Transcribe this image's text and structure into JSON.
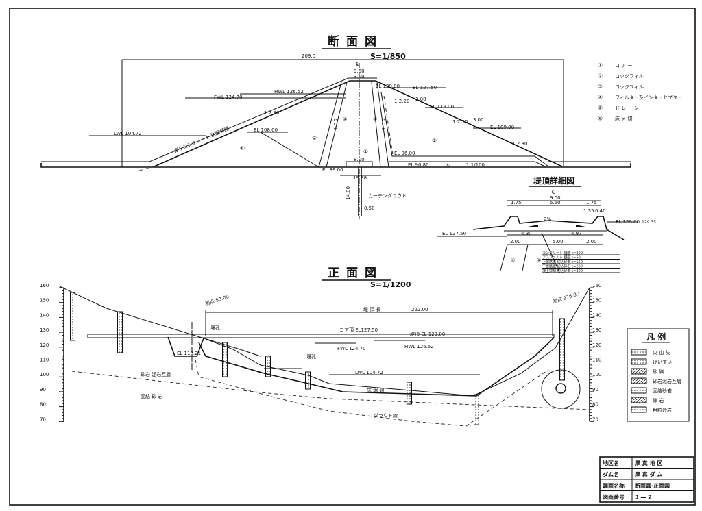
{
  "section_view": {
    "title": "断面図",
    "scale": "S=1/850",
    "overall_width": "209.0",
    "centerline": "℄",
    "crest_width": "9.00",
    "core_top_width": "3.00",
    "crest_el": "EL 129.00",
    "core_el": "EL 127.50",
    "hwl": "HWL 126.52",
    "fwl": "FWL 124.70",
    "lwl": "LWL 104.72",
    "upstream_slope": "1:2.80",
    "upstream_core_slope": "1:0.2",
    "downstream_core_slope": "1:0.2",
    "downstream_slope_1": "1:2.20",
    "downstream_slope_2": "1:2.30",
    "downstream_slope_3": "1:2.30",
    "berm_1": "3.00",
    "berm_2": "3.00",
    "el_119": "EL 119.00",
    "el_109": "EL 109.00",
    "el_108": "EL 108.00",
    "el_96": "EL 96.00",
    "el_908": "EL 90.80",
    "el_890": "EL 89.00",
    "drain_slope": "1:1/100",
    "core_base_width": "8.00",
    "foundation_width": "19.88",
    "grout_depth": "14.00",
    "grout_width": "0.50",
    "curtain_grout": "カーテングラウト",
    "riprap_note": "張りコンクリート 法面保護",
    "zone_marks": [
      "①",
      "②",
      "②",
      "④",
      "④",
      "⑤",
      "⑥"
    ]
  },
  "zone_legend": [
    {
      "num": "①",
      "label": "コ ア ー"
    },
    {
      "num": "②",
      "label": "ロックフィル"
    },
    {
      "num": "③",
      "label": "ロックフィル"
    },
    {
      "num": "④",
      "label": "フィルター及インターセプター"
    },
    {
      "num": "⑤",
      "label": "ド レ ー ン"
    },
    {
      "num": "⑥",
      "label": "床 メ 切"
    }
  ],
  "crest_detail": {
    "title": "堤頂詳細図",
    "centerline": "℄",
    "total": "9.00",
    "left": "1.75",
    "middle": "5.50",
    "right": "1.75",
    "d135": "1.35",
    "d040": "0.40",
    "slope": "2%",
    "w490": "4.90",
    "w497": "4.97",
    "b200a": "2.00",
    "b500": "5.00",
    "b200b": "2.00",
    "el_right": "EL 129.00",
    "el_right2": "129.35",
    "el_left": "EL 127.50",
    "zone_a": "④",
    "zone_b": "①",
    "pavement_notes": [
      "コンクリート 舗装 t=200",
      "アスファルト 舗装 t=50",
      "上層路盤 切込砕石 t=150",
      "下層路盤 切込砕石 t=200",
      "凍上抑制 切込砕石 t=300"
    ]
  },
  "front_view": {
    "title": "正面図",
    "scale": "S=1/1200",
    "left_abutment": "測点 53.00",
    "right_abutment": "測点 275.00",
    "crest_length_label": "堤 頂 長",
    "crest_length": "222.00",
    "core_el": "コア頂 EL127.50",
    "crest_el": "堤頂 EL 129.00",
    "fwl": "FWL 124.70",
    "hwl": "HWL 126.52",
    "lwl": "LWL 104.72",
    "spillway_el": "EL 118.21",
    "inspection_1": "堰孔",
    "inspection_2": "堰孔",
    "excavation_line": "床 堀 線",
    "grout_line": "グラウト線",
    "geo_1": "砂岩 泥岩互層",
    "geo_2": "固結 砂 岩",
    "axis_ticks": [
      "160",
      "150",
      "140",
      "130",
      "120",
      "110",
      "100",
      "90",
      "80",
      "70"
    ]
  },
  "soil_legend": {
    "title": "凡 例",
    "items": [
      "火 山 灰",
      "けいすい",
      "砂 礫",
      "砂岩泥岩互層",
      "固結砂岩",
      "礫 岩",
      "粗粒砂岩"
    ]
  },
  "title_block": {
    "rows": [
      {
        "key": "地区名",
        "value": "厚 真 地 区"
      },
      {
        "key": "ダム名",
        "value": "厚 真 ダ ム"
      },
      {
        "key": "図面名称",
        "value": "断面図·正面図"
      },
      {
        "key": "図面番号",
        "value": "3 — 2"
      }
    ]
  }
}
